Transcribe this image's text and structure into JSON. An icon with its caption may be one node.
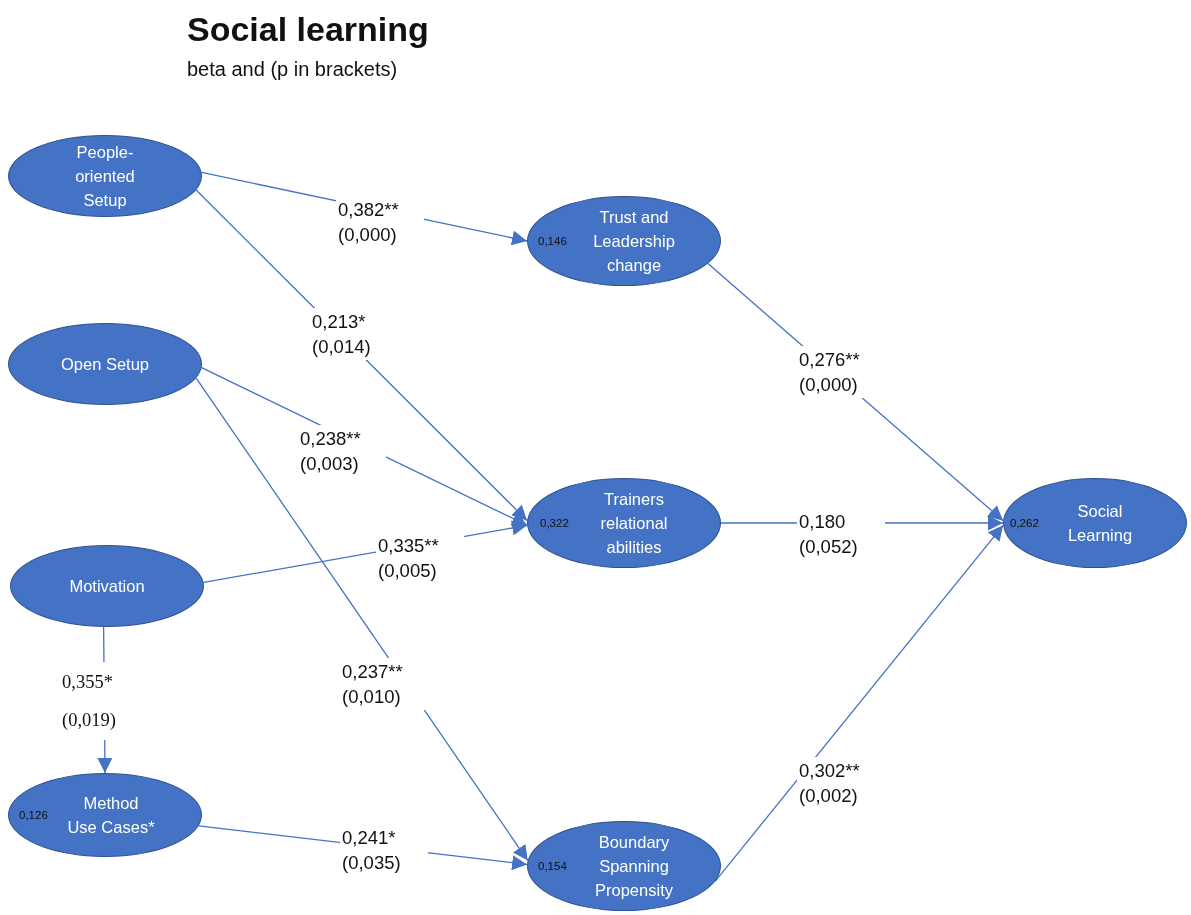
{
  "diagram": {
    "title": "Social learning",
    "caption": "beta and (p in brackets)",
    "nodes": [
      {
        "text": [
          "People-oriented Setup"
        ]
      },
      {
        "text": [
          "Open Setup"
        ]
      },
      {
        "text": [
          "Motivation"
        ]
      },
      {
        "text": [
          "0,126",
          "Method Use Cases*"
        ]
      },
      {
        "text": [
          "0,146",
          "Trust and Leadership change"
        ]
      },
      {
        "text": [
          "0,322",
          "Trainers relational abilities"
        ]
      },
      {
        "text": [
          "0,154",
          "Boundary Spanning Propensity"
        ]
      },
      {
        "text": [
          "0,262",
          "Social Learning"
        ]
      }
    ],
    "edges": [
      {
        "from": 0,
        "to": 4,
        "arrow": "to",
        "label": "0,382** (0,000)"
      },
      {
        "from": 0,
        "to": 5,
        "arrow": "to",
        "label": "0,213* (0,014)"
      },
      {
        "from": 1,
        "to": 5,
        "arrow": "to",
        "label": "0,238** (0,003)"
      },
      {
        "from": 1,
        "to": 6,
        "arrow": "to",
        "label": "0,237** (0,010)"
      },
      {
        "from": 2,
        "to": 5,
        "arrow": "to",
        "label": "0,335** (0,005)"
      },
      {
        "from": 2,
        "to": 3,
        "arrow": "to",
        "label": "0,355* (0,019)"
      },
      {
        "from": 3,
        "to": 6,
        "arrow": "to",
        "label": "0,241* (0,035)"
      },
      {
        "from": 4,
        "to": 7,
        "arrow": "to",
        "label": "0,276** (0,000)"
      },
      {
        "from": 5,
        "to": 7,
        "arrow": "to",
        "label": "0,180 (0,052)"
      },
      {
        "from": 6,
        "to": 7,
        "arrow": "to",
        "label": "0,302** (0,002)"
      }
    ]
  }
}
